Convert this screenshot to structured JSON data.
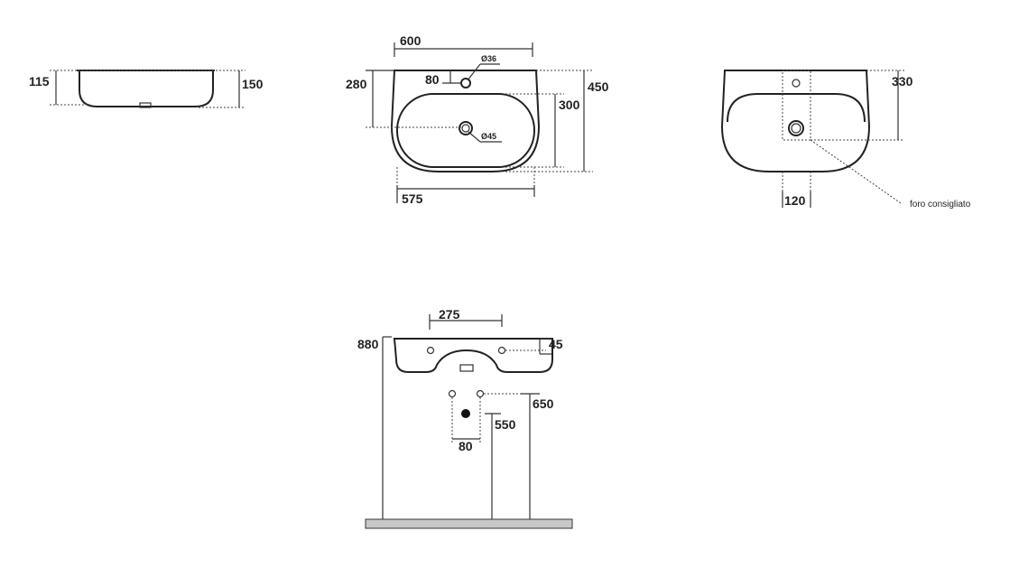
{
  "side_view": {
    "dim_inner_height": "115",
    "dim_outer_height": "150"
  },
  "top_view": {
    "dim_width_top": "600",
    "dim_width_bottom": "575",
    "dim_depth_to_drain": "280",
    "dim_tap_offset": "80",
    "tap_hole": "Ø36",
    "drain_hole": "Ø45",
    "dim_bowl_depth": "300",
    "dim_total_depth": "450"
  },
  "back_view": {
    "dim_hole_offset": "330",
    "dim_hole_width": "120",
    "note": "foro consigliato"
  },
  "front_view": {
    "dim_fixing_spacing": "275",
    "dim_height": "880",
    "dim_fixing_drop": "45",
    "dim_supply_height": "650",
    "dim_waste_height": "550",
    "dim_supply_spacing": "80"
  },
  "colors": {
    "line": "#222222",
    "floor": "#c8c8c8"
  }
}
